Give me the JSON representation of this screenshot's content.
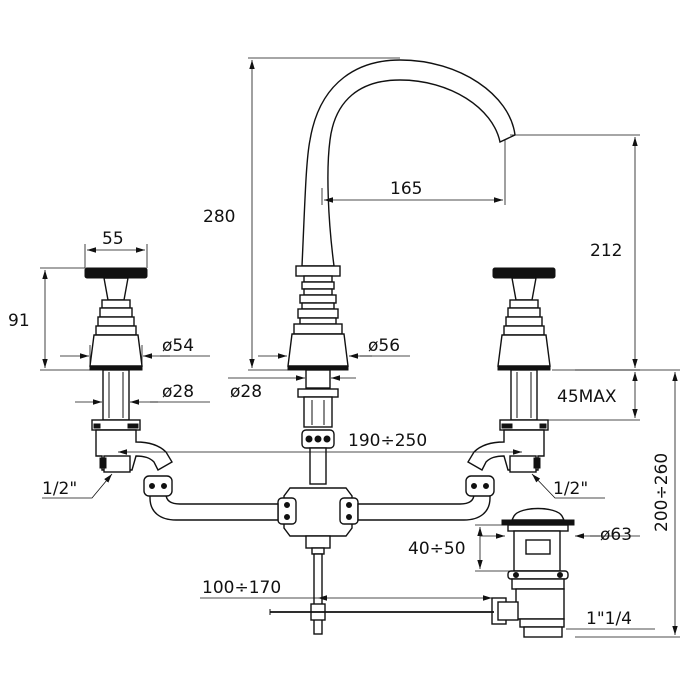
{
  "drawing": {
    "title": "Three-hole basin mixer technical drawing",
    "dimensions": {
      "spout_height": "280",
      "spout_reach": "165",
      "outlet_height": "212",
      "handle_width": "55",
      "handle_height": "91",
      "handle_diameter": "ø54",
      "spout_base_diameter": "ø56",
      "valve_diameter_left": "ø28",
      "valve_diameter_center": "ø28",
      "max_deck_thickness": "45MAX",
      "center_distance": "190÷250",
      "inlet_left": "1/2\"",
      "inlet_right": "1/2\"",
      "drain_diameter": "ø63",
      "drain_range": "40÷50",
      "below_deck_height": "200÷260",
      "linkage_length": "100÷170",
      "waste_thread": "1\"1/4"
    }
  }
}
